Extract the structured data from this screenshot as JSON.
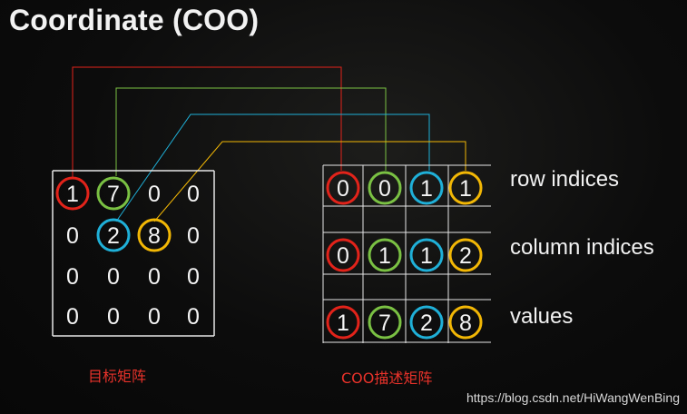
{
  "title": "Coordinate (COO)",
  "colors": {
    "red": "#e2231a",
    "green": "#7ac143",
    "blue": "#1fb0d8",
    "yellow": "#f2b705",
    "grid": "#e6e6e6"
  },
  "matrix": [
    [
      "1",
      "7",
      "0",
      "0"
    ],
    [
      "0",
      "2",
      "8",
      "0"
    ],
    [
      "0",
      "0",
      "0",
      "0"
    ],
    [
      "0",
      "0",
      "0",
      "0"
    ]
  ],
  "coo": {
    "row_indices": [
      "0",
      "0",
      "1",
      "1"
    ],
    "column_indices": [
      "0",
      "1",
      "1",
      "2"
    ],
    "values": [
      "1",
      "7",
      "2",
      "8"
    ]
  },
  "labels": {
    "row_indices": "row indices",
    "column_indices": "column indices",
    "values": "values"
  },
  "captions": {
    "matrix": "目标矩阵",
    "coo": "COO描述矩阵"
  },
  "watermark": "https://blog.csdn.net/HiWangWenBing"
}
